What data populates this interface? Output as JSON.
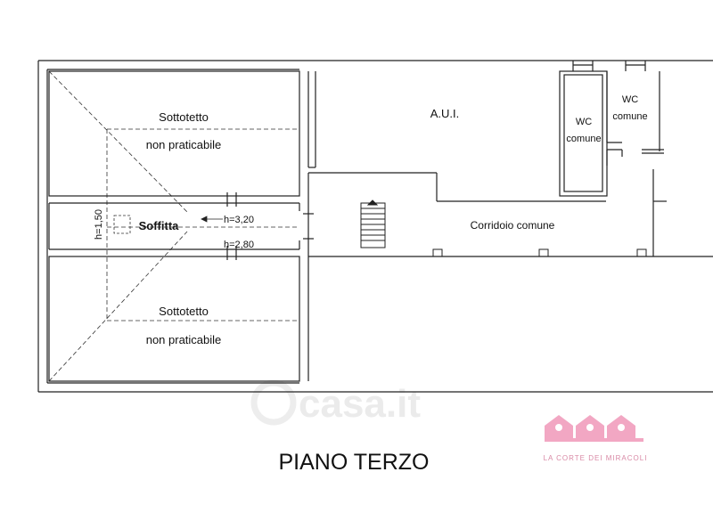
{
  "plan": {
    "title": "PIANO TERZO",
    "rooms": {
      "sottotetto_top": {
        "line1": "Sottotetto",
        "line2": "non praticabile"
      },
      "sottotetto_bottom": {
        "line1": "Sottotetto",
        "line2": "non praticabile"
      },
      "soffitta": "Soffitta",
      "aui": "A.U.I.",
      "wc_left": {
        "line1": "WC",
        "line2": "comune"
      },
      "wc_right": {
        "line1": "WC",
        "line2": "comune"
      },
      "corridoio": "Corridoio comune"
    },
    "heights": {
      "h1": "h=3,20",
      "h2": "h=2,80",
      "h3": "h=1,50"
    }
  },
  "watermark": {
    "text": "casa.it"
  },
  "logo": {
    "text": "LA CORTE DEI MIRACOLI",
    "color": "#f2a7c3"
  }
}
